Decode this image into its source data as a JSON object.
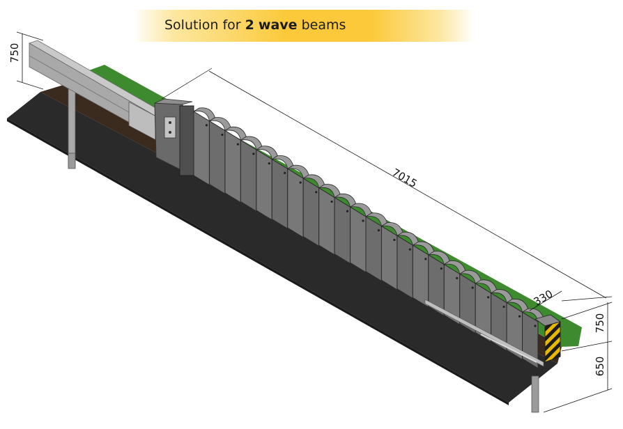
{
  "banner": {
    "prefix": "Solution for ",
    "count": "2",
    "keyword": "wave",
    "suffix": " beams"
  },
  "dimensions": {
    "length": "7015",
    "element_width": "330",
    "height_left": "750",
    "height_right": "750",
    "depth": "650"
  },
  "colors": {
    "banner": "#fbc93a",
    "ground": "#2b2b2b",
    "soil": "#3a2a1c",
    "grass": "#3d8a2f",
    "steel": "#7d7d7d",
    "terminal_stripes": "#f2c200"
  }
}
